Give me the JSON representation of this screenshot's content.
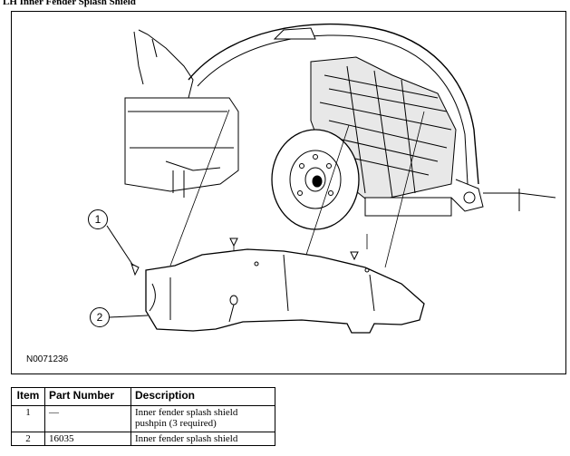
{
  "title": "LH Inner Fender Splash Shield",
  "figure": {
    "id": "N0071236",
    "callouts": [
      "1",
      "2"
    ]
  },
  "table": {
    "headers": {
      "item": "Item",
      "part_number": "Part Number",
      "description": "Description"
    },
    "rows": [
      {
        "item": "1",
        "part_number": "—",
        "description": "Inner fender splash shield pushpin (3 required)"
      },
      {
        "item": "2",
        "part_number": "16035",
        "description": "Inner fender splash shield"
      }
    ]
  }
}
